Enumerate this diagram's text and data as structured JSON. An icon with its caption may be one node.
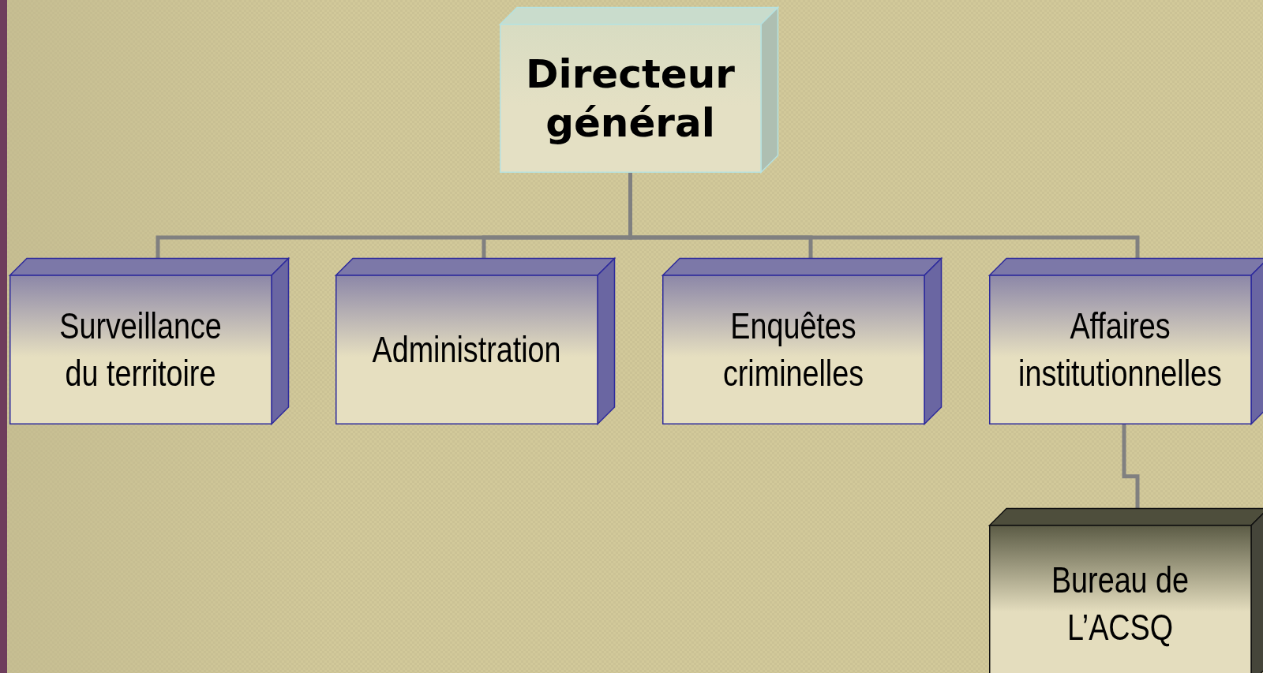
{
  "diagram": {
    "nodes": [
      {
        "text": [
          "Directeur général"
        ]
      },
      {
        "text": [
          "Surveillance du territoire"
        ]
      },
      {
        "text": [
          "Administration"
        ]
      },
      {
        "text": [
          "Enquêtes criminelles"
        ]
      },
      {
        "text": [
          "Affaires institutionnelles"
        ]
      },
      {
        "text": [
          "Bureau de L’ACSQ"
        ]
      }
    ],
    "edges": [
      {
        "from": 0,
        "to": 1,
        "arrow": "none"
      },
      {
        "from": 0,
        "to": 2,
        "arrow": "none"
      },
      {
        "from": 0,
        "to": 3,
        "arrow": "none"
      },
      {
        "from": 0,
        "to": 4,
        "arrow": "none"
      },
      {
        "from": 4,
        "to": 5,
        "arrow": "none"
      }
    ]
  }
}
